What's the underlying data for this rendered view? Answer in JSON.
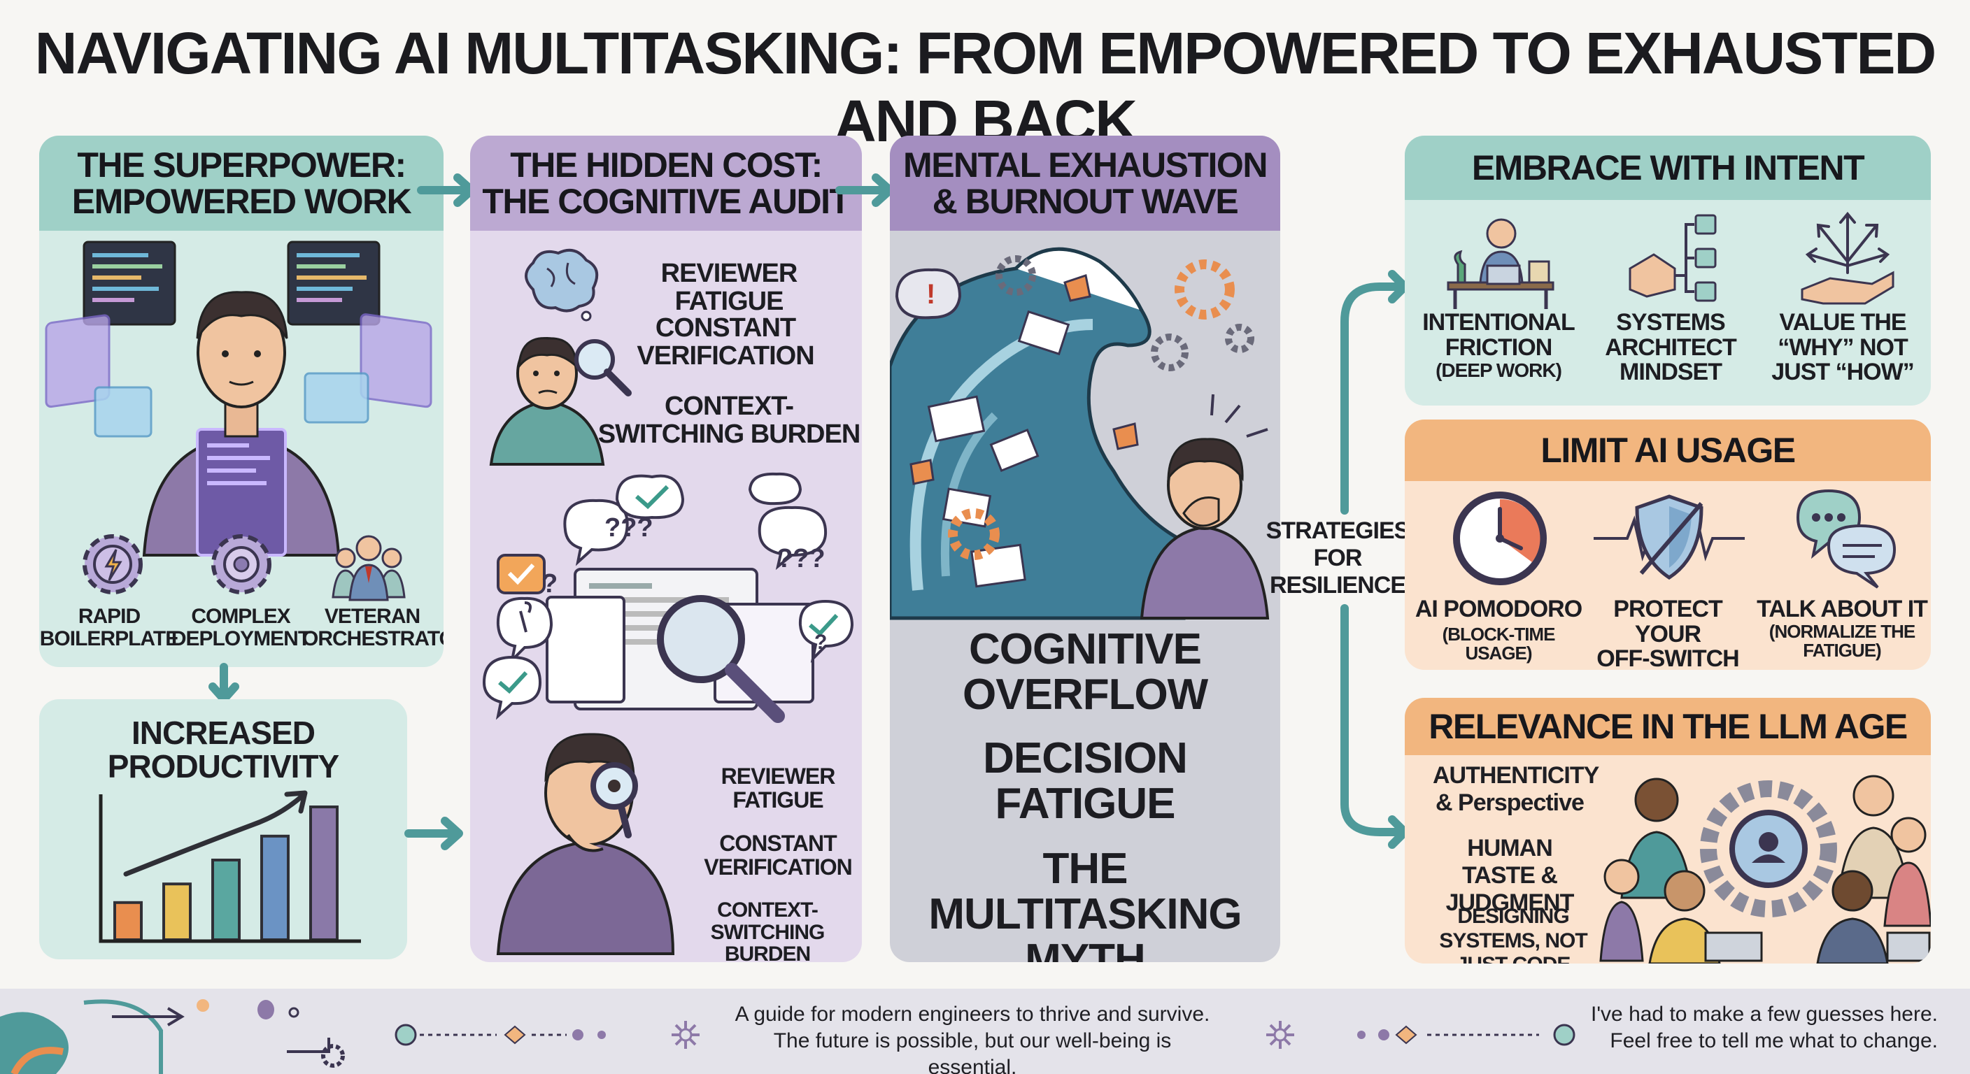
{
  "title": "NAVIGATING AI MULTITASKING: FROM EMPOWERED TO EXHAUSTED AND BACK",
  "superpower": {
    "title_line1": "THE SUPERPOWER:",
    "title_line2": "EMPOWERED WORK",
    "items": [
      {
        "icon": "lightning-gear-icon",
        "line1": "RAPID",
        "line2": "BOILERPLATE"
      },
      {
        "icon": "gear-icon",
        "line1": "COMPLEX",
        "line2": "DEPLOYMENT"
      },
      {
        "icon": "orchestrator-people-icon",
        "line1": "VETERAN",
        "line2": "ORCHESTRATOR"
      }
    ]
  },
  "productivity": {
    "title_line1": "INCREASED",
    "title_line2": "PRODUCTIVITY",
    "bars": [
      0.28,
      0.42,
      0.6,
      0.78,
      1.0
    ],
    "bar_colors": [
      "#e98e4f",
      "#e9c25a",
      "#5aa7a0",
      "#6b93c4",
      "#8a79a8"
    ]
  },
  "hidden_cost": {
    "title_line1": "THE HIDDEN COST:",
    "title_line2": "THE COGNITIVE AUDIT",
    "top_items": [
      "REVIEWER FATIGUE",
      "CONSTANT VERIFICATION",
      "CONTEXT-SWITCHING BURDEN"
    ],
    "bottom_items": [
      "REVIEWER FATIGUE",
      "CONSTANT VERIFICATION",
      "CONTEXT-SWITCHING BURDEN"
    ],
    "bubbles": [
      "???",
      "???",
      "?",
      "?"
    ]
  },
  "exhaustion": {
    "title_line1": "MENTAL EXHAUSTION",
    "title_line2": "& BURNOUT WAVE",
    "items": [
      "COGNITIVE OVERFLOW",
      "DECISION FATIGUE",
      "THE MULTITASKING MYTH"
    ]
  },
  "strategies_label": "STRATEGIES FOR RESILIENCE",
  "embrace": {
    "title": "EMBRACE WITH INTENT",
    "items": [
      {
        "icon": "desk-worker-icon",
        "lines": [
          "INTENTIONAL",
          "FRICTION",
          "(DEEP WORK)"
        ]
      },
      {
        "icon": "systems-hand-icon",
        "lines": [
          "SYSTEMS",
          "ARCHITECT",
          "MINDSET"
        ]
      },
      {
        "icon": "hand-arrows-icon",
        "lines": [
          "VALUE THE",
          "“WHY” NOT",
          "JUST “HOW”"
        ]
      }
    ]
  },
  "limit": {
    "title": "LIMIT AI USAGE",
    "items": [
      {
        "icon": "clock-icon",
        "lines": [
          "AI POMODORO",
          "(BLOCK-TIME USAGE)"
        ]
      },
      {
        "icon": "shield-icon",
        "lines": [
          "PROTECT YOUR",
          "OFF-SWITCH"
        ]
      },
      {
        "icon": "chat-icon",
        "lines": [
          "TALK ABOUT IT",
          "(NORMALIZE THE",
          "FATIGUE)"
        ]
      }
    ]
  },
  "relevance": {
    "title": "RELEVANCE IN THE LLM AGE",
    "items": [
      "AUTHENTICITY & Perspective",
      "HUMAN TASTE & JUDGMENT",
      "DESIGNING SYSTEMS, NOT JUST CODE"
    ]
  },
  "footer": {
    "center_line1": "A guide for modern engineers to thrive and survive.",
    "center_line2": "The future is possible, but our well-being is essential.",
    "right_line1": "I've had to make a few guesses here.",
    "right_line2": "Feel free to tell me what to change."
  },
  "colors": {
    "teal_light": "#d5ebe6",
    "teal_header": "#9fd0c7",
    "lavender_light": "#e3d9ec",
    "lavender_header": "#bca9d2",
    "purple_header": "#a48ec0",
    "gray_panel": "#cfd0d8",
    "orange_light": "#fbe3cf",
    "orange_header": "#f2b67f",
    "arrow_teal": "#4f9a9a"
  }
}
